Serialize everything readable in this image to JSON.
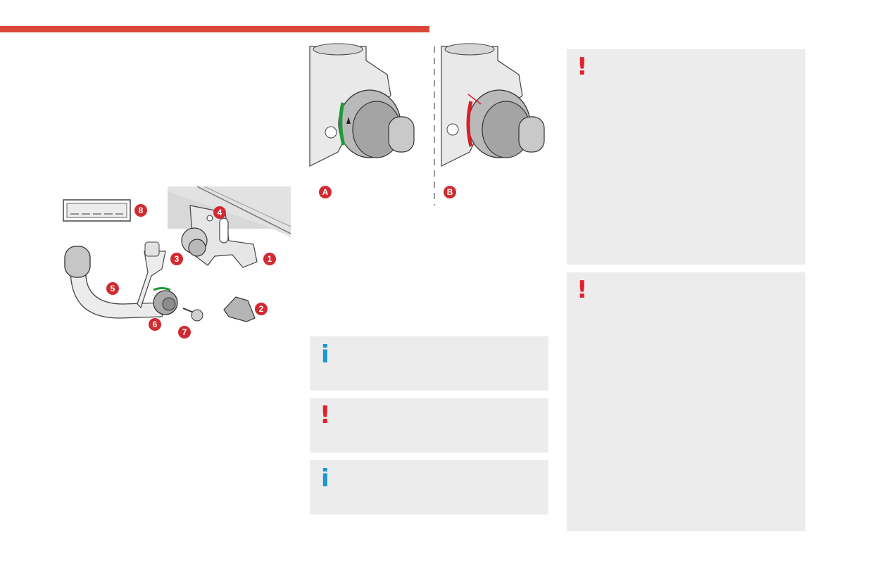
{
  "diagram_labels": {
    "bracket": "1",
    "cap": "2",
    "socket": "3",
    "lock_pin": "4",
    "towball": "5",
    "wheel": "6",
    "key": "7",
    "plate": "8"
  },
  "panel_labels": {
    "a": "A",
    "b": "B"
  },
  "notes": [
    {
      "type": "info",
      "icon": "i"
    },
    {
      "type": "warning",
      "icon": "!"
    },
    {
      "type": "info",
      "icon": "i"
    },
    {
      "type": "warning",
      "icon": "!"
    },
    {
      "type": "warning",
      "icon": "!"
    }
  ],
  "colors": {
    "accent": "#d9473a",
    "warning": "#e0202b",
    "info": "#1996d6",
    "note_background": "#ececec",
    "status_ok": "#1f9a3a",
    "status_error": "#d61f26"
  },
  "icons": [
    "exclamation-icon",
    "info-icon"
  ]
}
